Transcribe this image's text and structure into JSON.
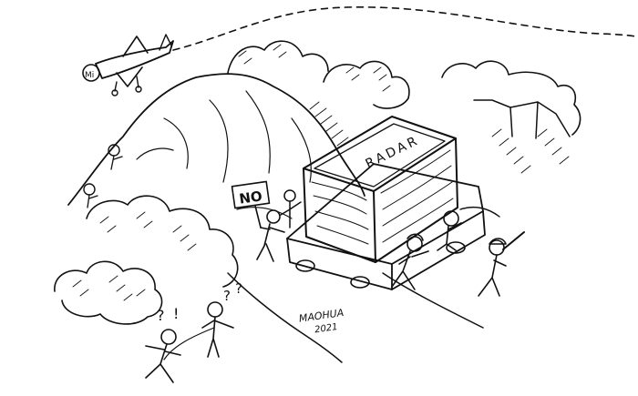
{
  "cartoon": {
    "sign_text": "NO",
    "crate_text": "RADAR",
    "plane_marking": "Mi",
    "signature": "MAOHUA",
    "signature_year": "2021",
    "speech_marks": [
      "?",
      "!",
      "?",
      "?"
    ],
    "colors": {
      "ink": "#111111",
      "paper": "#ffffff"
    }
  }
}
